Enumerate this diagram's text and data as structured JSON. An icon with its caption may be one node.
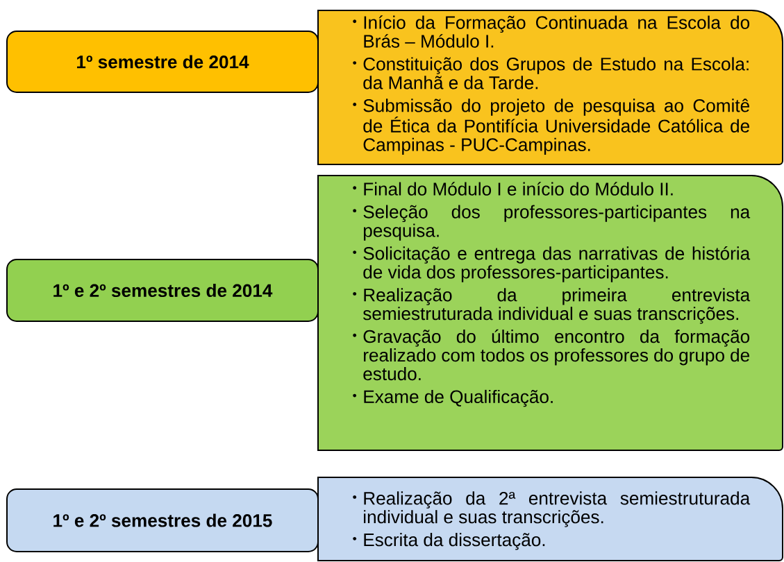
{
  "diagram": {
    "nodes": [
      {
        "text": [
          "1º semestre de 2014"
        ]
      },
      {
        "text": [
          "Início da Formação Continuada na Escola do Brás – Módulo I.",
          "Constituição dos Grupos de Estudo na Escola: da Manhã e da Tarde.",
          "Submissão do projeto de pesquisa ao Comitê de Ética da Pontifícia Universidade Católica de Campinas - PUC-Campinas."
        ]
      },
      {
        "text": [
          "1º e 2º semestres de 2014"
        ]
      },
      {
        "text": [
          "Final do Módulo I e início do Módulo II.",
          "Seleção dos professores-participantes na pesquisa.",
          "Solicitação e entrega das narrativas de história de vida dos professores-participantes.",
          "Realização da primeira entrevista semiestruturada individual e suas transcrições.",
          "Gravação do último encontro da formação realizado com todos os professores do grupo de estudo.",
          "Exame de Qualificação."
        ]
      },
      {
        "text": [
          "1º e 2º semestres de 2015"
        ]
      },
      {
        "text": [
          "Realização da 2ª entrevista semiestruturada individual e suas transcrições.",
          "Escrita da dissertação."
        ]
      }
    ]
  }
}
